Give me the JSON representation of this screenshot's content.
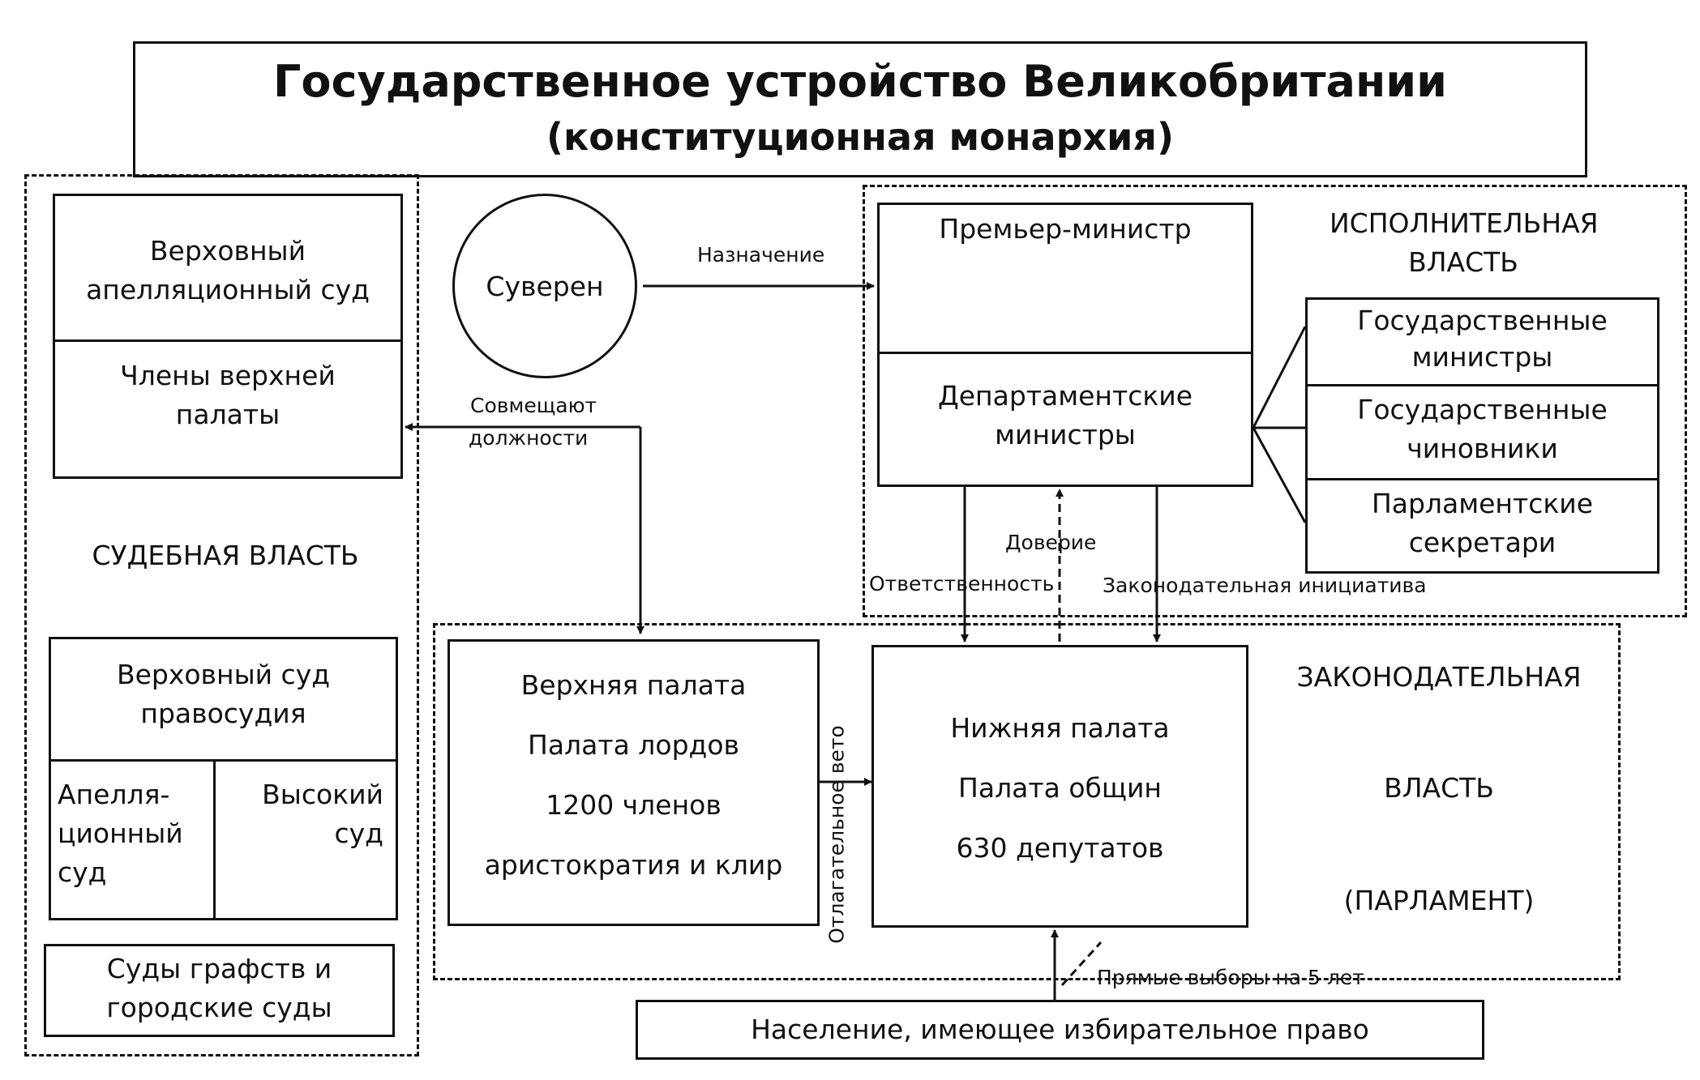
{
  "title": {
    "line1": "Государственное устройство Великобритании",
    "line2": "(конституционная монархия)"
  },
  "judicial": {
    "label": "СУДЕБНАЯ ВЛАСТЬ",
    "supreme_appeal_court": "Верховный апелляционный суд",
    "upper_house_members": "Члены верхней палаты",
    "supreme_court_of_justice": "Верховный суд правосудия",
    "appeal_court": "Апелля- ционный суд",
    "high_court": "Высокий суд",
    "county_courts": "Суды графств и городские суды"
  },
  "sovereign": "Суверен",
  "executive": {
    "label": "ИСПОЛНИТЕЛЬНАЯ ВЛАСТЬ",
    "prime_minister": "Премьер-министр",
    "department_ministers": "Департаментские министры",
    "state_ministers": "Государственные министры",
    "state_officials": "Государственные чиновники",
    "parliamentary_secretaries": "Парламентские секретари"
  },
  "legislative": {
    "label1": "ЗАКОНОДАТЕЛЬНАЯ",
    "label2": "ВЛАСТЬ",
    "label3": "(ПАРЛАМЕНТ)",
    "upper_house": [
      "Верхняя палата",
      "Палата лордов",
      "1200 членов",
      "аристократия и клир"
    ],
    "lower_house": [
      "Нижняя палата",
      "Палата общин",
      "630 депутатов"
    ]
  },
  "population": "Население, имеющее избирательное право",
  "arrows": {
    "appointment": "Назначение",
    "combine_positions": [
      "Совмещают",
      "должности"
    ],
    "responsibility": "Ответственность",
    "trust": "Доверие",
    "legislative_initiative": "Законодательная инициатива",
    "suspensive_veto": "Отлагательное вето",
    "direct_elections": "Прямые выборы на 5 лет"
  }
}
